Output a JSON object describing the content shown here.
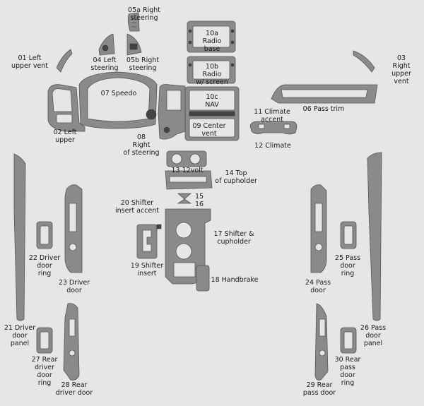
{
  "labels": {
    "p05a": "05a Right\nsteering",
    "p01": "01 Left\nupper vent",
    "p04": "04 Left\nsteering",
    "p05b": "05b Right\nsteering",
    "p10a": "10a\nRadio\nbase",
    "p03": "03 Right\nupper vent",
    "p10b": "10b\nRadio\nw/ screen",
    "p07": "07 Speedo",
    "p10c": "10c\nNAV",
    "p06": "06 Pass trim",
    "p11": "11 Climate\naccent",
    "p09": "09 Center\nvent",
    "p02": "02 Left\nupper",
    "p12": "12 Climate",
    "p08": "08\nRight\nof steering",
    "p13": "13 12volt",
    "p14": "14 Top\nof cupholder",
    "p15": "15",
    "p16": "16",
    "p20": "20 Shifter\ninsert accent",
    "p17": "17 Shifter &\ncupholder",
    "p22": "22 Driver\ndoor\nring",
    "p25": "25 Pass\ndoor\nring",
    "p19": "19 Shifter\ninsert",
    "p23": "23 Driver\ndoor",
    "p18": "18 Handbrake",
    "p24": "24 Pass\ndoor",
    "p21": "21 Driver\ndoor\npanel",
    "p26": "26 Pass\ndoor\npanel",
    "p27": "27 Rear\ndriver\ndoor\nring",
    "p30": "30 Rear\npass\ndoor\nring",
    "p28": "28 Rear\ndriver door",
    "p29": "29 Rear\npass door"
  },
  "colors": {
    "background": "#e6e6e6",
    "part_fill": "#8a8a8a",
    "part_outline": "#555555",
    "text": "#1a1a1a"
  }
}
